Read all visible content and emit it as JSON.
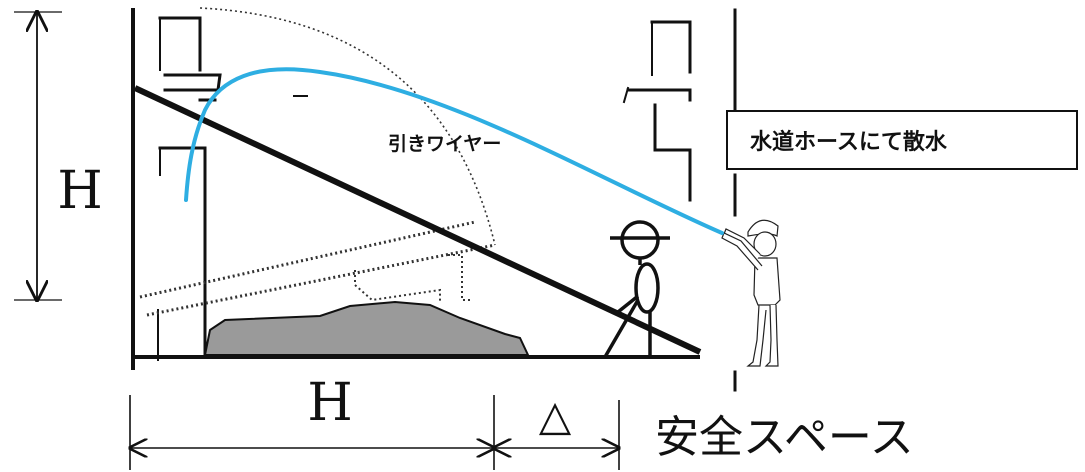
{
  "labels": {
    "height": "H",
    "width": "H",
    "wire": "引きワイヤー",
    "hose": "水道ホースにて散水",
    "clearance": "△",
    "safety_space": "安全スペース"
  },
  "colors": {
    "line": "#111111",
    "hose": "#2eaee2",
    "debris": "#9a9a9a"
  },
  "icons": {
    "worker_with_hose": "worker-with-hose-icon",
    "person_stick": "person-stick-icon"
  }
}
